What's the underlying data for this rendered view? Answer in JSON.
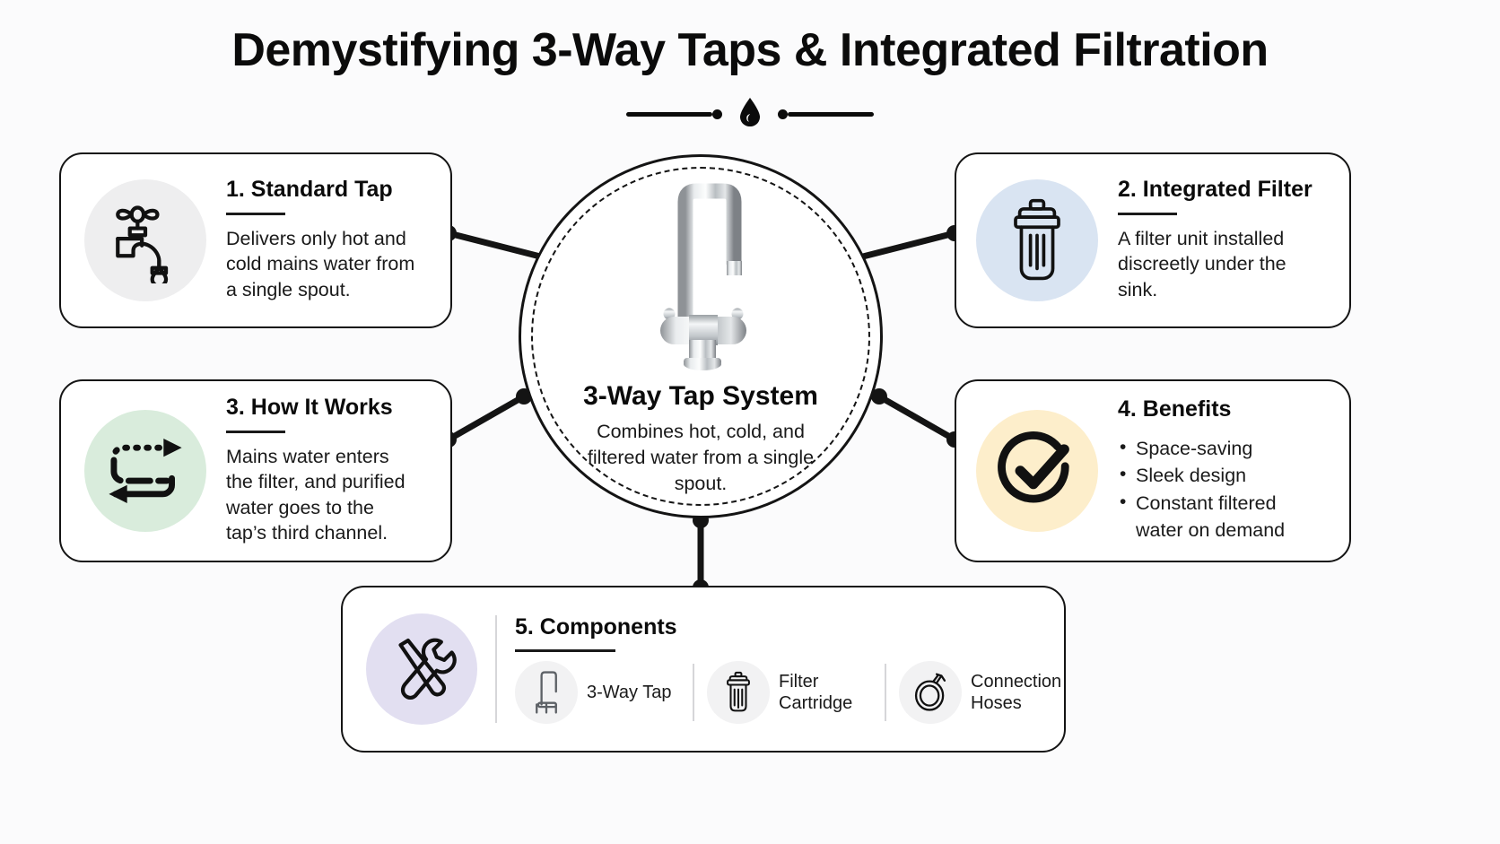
{
  "header": {
    "title": "Demystifying 3-Way Taps & Integrated Filtration",
    "ornament_icon": "water-drop-icon"
  },
  "hub": {
    "title": "3-Way Tap System",
    "description": "Combines hot, cold, and filtered water from a single spout.",
    "image_icon": "chrome-3way-tap-photo"
  },
  "colors": {
    "page_background": "#fbfbfc",
    "card_background": "#ffffff",
    "border": "#141414",
    "text": "#1a1a1a",
    "card1_circle": "#eeeeef",
    "card2_circle": "#d9e4f2",
    "card3_circle": "#d9ecdc",
    "card4_circle": "#fdeecb",
    "card5_circle": "#e2dff1",
    "component_circle": "#f2f2f3"
  },
  "cards": [
    {
      "id": "standard-tap",
      "title": "1. Standard Tap",
      "description": "Delivers only hot and cold mains water from a single spout.",
      "icon": "classic-tap-icon",
      "circle_color": "#eeeeef",
      "has_rule": true
    },
    {
      "id": "integrated-filter",
      "title": "2. Integrated Filter",
      "description": "A filter unit installed discreetly under the sink.",
      "icon": "filter-cartridge-icon",
      "circle_color": "#d9e4f2",
      "has_rule": true
    },
    {
      "id": "how-it-works",
      "title": "3. How It Works",
      "description": "Mains water enters the filter, and purified water goes to the tap’s third channel.",
      "icon": "flow-arrows-icon",
      "circle_color": "#d9ecdc",
      "has_rule": true
    },
    {
      "id": "benefits",
      "title": "4. Benefits",
      "bullets": [
        "Space-saving",
        "Sleek design",
        "Constant filtered water on demand"
      ],
      "icon": "check-circle-icon",
      "circle_color": "#fdeecb",
      "has_rule": false
    }
  ],
  "components_card": {
    "id": "components",
    "title": "5. Components",
    "icon": "tools-icon",
    "circle_color": "#e2dff1",
    "items": [
      {
        "label": "3-Way Tap",
        "icon": "tap-outline-icon"
      },
      {
        "label": "Filter Cartridge",
        "icon": "cartridge-outline-icon"
      },
      {
        "label": "Connection Hoses",
        "icon": "coiled-hose-icon"
      }
    ]
  }
}
